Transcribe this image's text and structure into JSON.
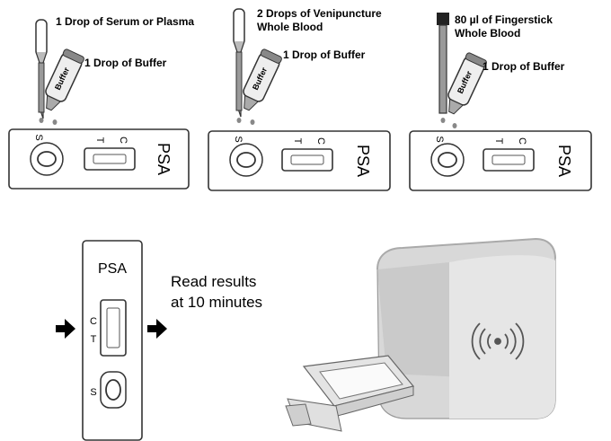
{
  "steps": [
    {
      "sample_label": "1 Drop of Serum or Plasma",
      "buffer_label": "1 Drop of Buffer",
      "device": {
        "s": "S",
        "t": "T",
        "c": "C",
        "name": "PSA"
      },
      "bottle_text": "Buffer"
    },
    {
      "sample_label_line1": "2 Drops of Venipuncture",
      "sample_label_line2": "Whole Blood",
      "buffer_label": "1 Drop of Buffer",
      "device": {
        "s": "S",
        "t": "T",
        "c": "C",
        "name": "PSA"
      },
      "bottle_text": "Buffer"
    },
    {
      "sample_label_line1": "80 µl of Fingerstick",
      "sample_label_line2": "Whole Blood",
      "buffer_label": "1 Drop of Buffer",
      "device": {
        "s": "S",
        "t": "T",
        "c": "C",
        "name": "PSA"
      },
      "bottle_text": "Buffer"
    }
  ],
  "reading": {
    "cassette": {
      "name": "PSA",
      "c": "C",
      "t": "T",
      "s": "S"
    },
    "instruction_line1": "Read results",
    "instruction_line2": "at 10 minutes"
  }
}
